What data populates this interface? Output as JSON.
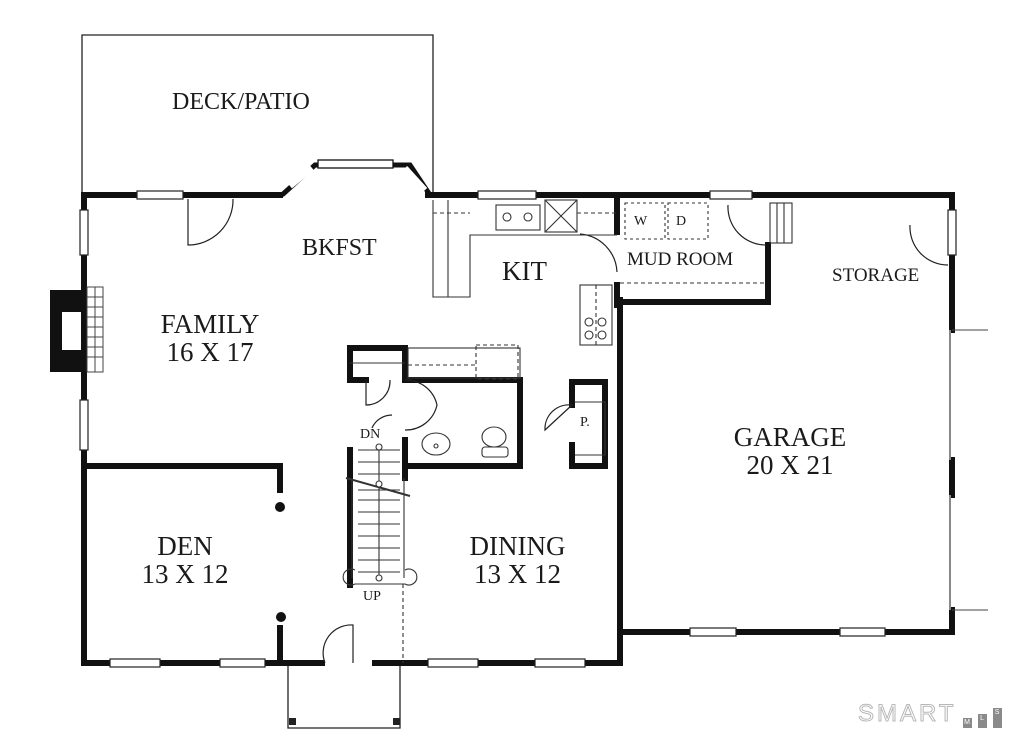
{
  "floorplan": {
    "rooms": {
      "deck": {
        "name": "DECK/PATIO"
      },
      "bkfst": {
        "name": "BKFST"
      },
      "kit": {
        "name": "KIT"
      },
      "mud_room": {
        "name": "MUD ROOM"
      },
      "washer": {
        "name": "W"
      },
      "dryer": {
        "name": "D"
      },
      "storage": {
        "name": "STORAGE"
      },
      "family": {
        "name": "FAMILY",
        "size": "16 X 17"
      },
      "garage": {
        "name": "GARAGE",
        "size": "20 X 21"
      },
      "den": {
        "name": "DEN",
        "size": "13 X 12"
      },
      "dining": {
        "name": "DINING",
        "size": "13 X 12"
      },
      "pantry": {
        "name": "P."
      }
    },
    "stairs": {
      "down": "DN",
      "up": "UP"
    }
  },
  "watermark": {
    "text": "SMART",
    "badges": [
      "M",
      "L",
      "S"
    ]
  }
}
